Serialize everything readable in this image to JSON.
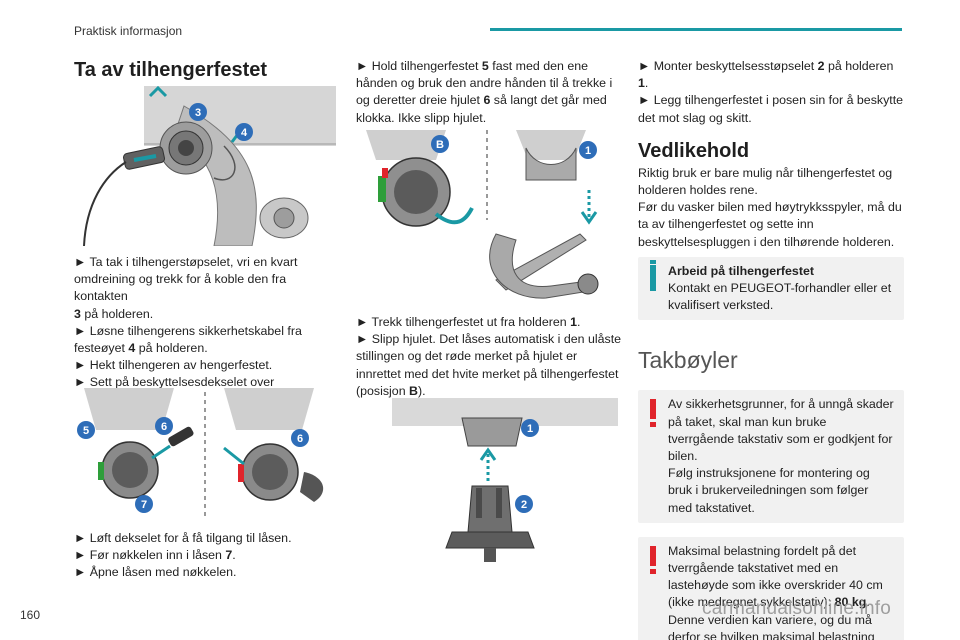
{
  "header": {
    "section": "Praktisk informasjon",
    "page_number": "160"
  },
  "watermark": "carmanualsonline.info",
  "col1": {
    "title": "Ta av tilhengerfestet",
    "p1": "Ta tak i tilhengerstøpselet, vri en kvart omdreining og trekk for å koble den fra kontakten",
    "p1_num": "3",
    "p1_end": " på holderen.",
    "p2a": "Løsne tilhengerens sikkerhetskabel fra festeøyet ",
    "p2_num": "4",
    "p2b": " på holderen.",
    "p3": "Hekt tilhengeren av hengerfestet.",
    "p4": "Sett på beskyttelsesdekselet over tilhengerfestet.",
    "p5": "Løft dekselet for å få tilgang til låsen.",
    "p6a": "Før nøkkelen inn i låsen ",
    "p6_num": "7",
    "p6b": ".",
    "p7": "Åpne låsen med nøkkelen.",
    "fig1_callouts": [
      "3",
      "4"
    ],
    "fig2_callouts": [
      "5",
      "6",
      "7",
      "6"
    ]
  },
  "col2": {
    "p1a": "Hold tilhengerfestet ",
    "p1_num": "5",
    "p1b": " fast med den ene hånden og bruk den andre hånden til å trekke i og deretter dreie hjulet ",
    "p1_num2": "6",
    "p1c": " så langt det går med klokka. Ikke slipp hjulet.",
    "p2a": "Trekk tilhengerfestet ut fra holderen ",
    "p2_num": "1",
    "p2b": ".",
    "p3a": "Slipp hjulet. Det låses automatisk i den ulåste stillingen og det røde merket på hjulet er innrettet med det hvite merket på tilhengerfestet (posisjon ",
    "p3_pos": "B",
    "p3b": ").",
    "fig3_callouts": [
      "B",
      "1"
    ],
    "fig4_callouts": [
      "1",
      "2"
    ]
  },
  "col3": {
    "p1a": "Monter beskyttelsesstøpselet ",
    "p1_num": "2",
    "p1b": " på holderen ",
    "p1_num2": "1",
    "p1c": ".",
    "p2": "Legg tilhengerfestet i posen sin for å beskytte det mot slag og skitt.",
    "h_maint": "Vedlikehold",
    "maint_text": "Riktig bruk er bare mulig når tilhengerfestet og holderen holdes rene.\nFør du vasker bilen med høytrykksspyler, må du ta av tilhengerfestet og sette inn beskyttelsespluggen i den tilhørende holderen.",
    "info_title": "Arbeid på tilhengerfestet",
    "info_text": "Kontakt en PEUGEOT-forhandler eller et kvalifisert verksted.",
    "h_roof": "Takbøyler",
    "warn1": "Av sikkerhetsgrunner, for å unngå skader på taket, skal man kun bruke tverrgående takstativ som er godkjent for bilen.\nFølg instruksjonene for montering og bruk  i brukerveiledningen som følger med takstativet.",
    "warn2a": "Maksimal belastning fordelt på det tverrgående takstativet med en lastehøyde som ikke overskrider 40 cm (ikke medregnet sykkelstativ): ",
    "warn2_bold": "80 kg",
    "warn2b": ".\nDenne verdien kan variere, og du må derfor se hvilken maksimal belastning som er"
  },
  "colors": {
    "accent": "#1a99a4",
    "callout": "#2e6db8",
    "warning": "#e0242b",
    "box_bg": "#f1f1f1"
  }
}
